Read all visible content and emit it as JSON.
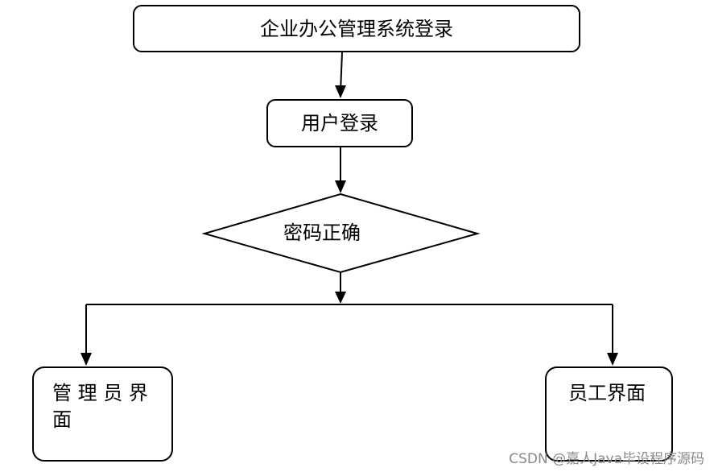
{
  "diagram": {
    "nodes": {
      "system_login": "企业办公管理系统登录",
      "user_login": "用户登录",
      "password_check": "密码正确",
      "admin_interface_line1": "管 理 员 界",
      "admin_interface_line2": "面",
      "staff_interface": "员工界面"
    }
  },
  "watermark": "CSDN @嘉人Java毕设程序源码"
}
